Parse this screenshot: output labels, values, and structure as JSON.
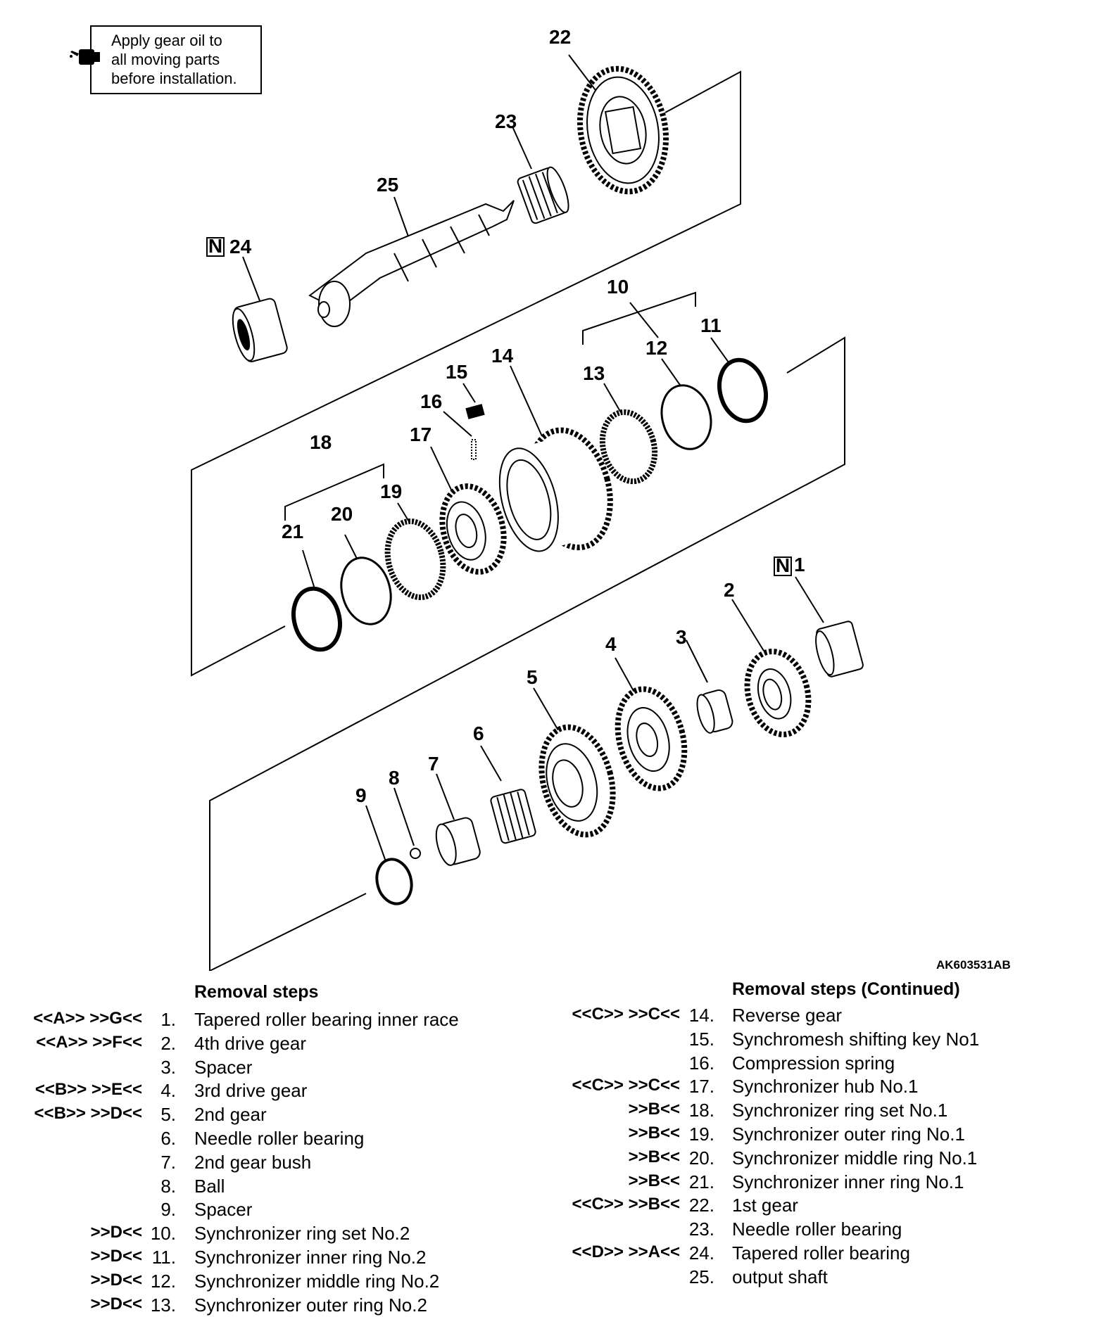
{
  "note": {
    "lines": [
      "Apply gear oil to",
      "all moving parts",
      "before installation."
    ],
    "icon": "oil-can-icon"
  },
  "figure_code": "AK603531AB",
  "callouts": {
    "c1": "1",
    "c2": "2",
    "c3": "3",
    "c4": "4",
    "c5": "5",
    "c6": "6",
    "c7": "7",
    "c8": "8",
    "c9": "9",
    "c10": "10",
    "c11": "11",
    "c12": "12",
    "c13": "13",
    "c14": "14",
    "c15": "15",
    "c16": "16",
    "c17": "17",
    "c18": "18",
    "c19": "19",
    "c20": "20",
    "c21": "21",
    "c22": "22",
    "c23": "23",
    "c24": "24",
    "c25": "25",
    "n_mark": "N"
  },
  "left_list": {
    "title": "Removal steps",
    "rows": [
      {
        "code": "<<A>> >>G<<",
        "num": "1.",
        "label": "Tapered roller bearing inner race"
      },
      {
        "code": "<<A>> >>F<<",
        "num": "2.",
        "label": "4th drive gear"
      },
      {
        "code": "",
        "num": "3.",
        "label": "Spacer"
      },
      {
        "code": "<<B>> >>E<<",
        "num": "4.",
        "label": "3rd drive gear"
      },
      {
        "code": "<<B>> >>D<<",
        "num": "5.",
        "label": "2nd gear"
      },
      {
        "code": "",
        "num": "6.",
        "label": "Needle roller bearing"
      },
      {
        "code": "",
        "num": "7.",
        "label": "2nd gear bush"
      },
      {
        "code": "",
        "num": "8.",
        "label": "Ball"
      },
      {
        "code": "",
        "num": "9.",
        "label": "Spacer"
      },
      {
        "code": ">>D<<",
        "num": "10.",
        "label": "Synchronizer ring set No.2"
      },
      {
        "code": ">>D<<",
        "num": "11.",
        "label": "Synchronizer inner ring No.2"
      },
      {
        "code": ">>D<<",
        "num": "12.",
        "label": "Synchronizer middle ring No.2"
      },
      {
        "code": ">>D<<",
        "num": "13.",
        "label": "Synchronizer outer ring No.2"
      }
    ]
  },
  "right_list": {
    "title": "Removal steps (Continued)",
    "rows": [
      {
        "code": "<<C>> >>C<<",
        "num": "14.",
        "label": "Reverse gear"
      },
      {
        "code": "",
        "num": "15.",
        "label": "Synchromesh shifting key No1"
      },
      {
        "code": "",
        "num": "16.",
        "label": "Compression spring"
      },
      {
        "code": "<<C>> >>C<<",
        "num": "17.",
        "label": "Synchronizer hub No.1"
      },
      {
        "code": ">>B<<",
        "num": "18.",
        "label": "Synchronizer ring set No.1"
      },
      {
        "code": ">>B<<",
        "num": "19.",
        "label": "Synchronizer outer ring No.1"
      },
      {
        "code": ">>B<<",
        "num": "20.",
        "label": "Synchronizer middle ring No.1"
      },
      {
        "code": ">>B<<",
        "num": "21.",
        "label": "Synchronizer inner ring No.1"
      },
      {
        "code": "<<C>> >>B<<",
        "num": "22.",
        "label": "1st gear"
      },
      {
        "code": "",
        "num": "23.",
        "label": "Needle roller bearing"
      },
      {
        "code": "<<D>> >>A<<",
        "num": "24.",
        "label": "Tapered roller bearing"
      },
      {
        "code": "",
        "num": "25.",
        "label": "output shaft"
      }
    ]
  }
}
